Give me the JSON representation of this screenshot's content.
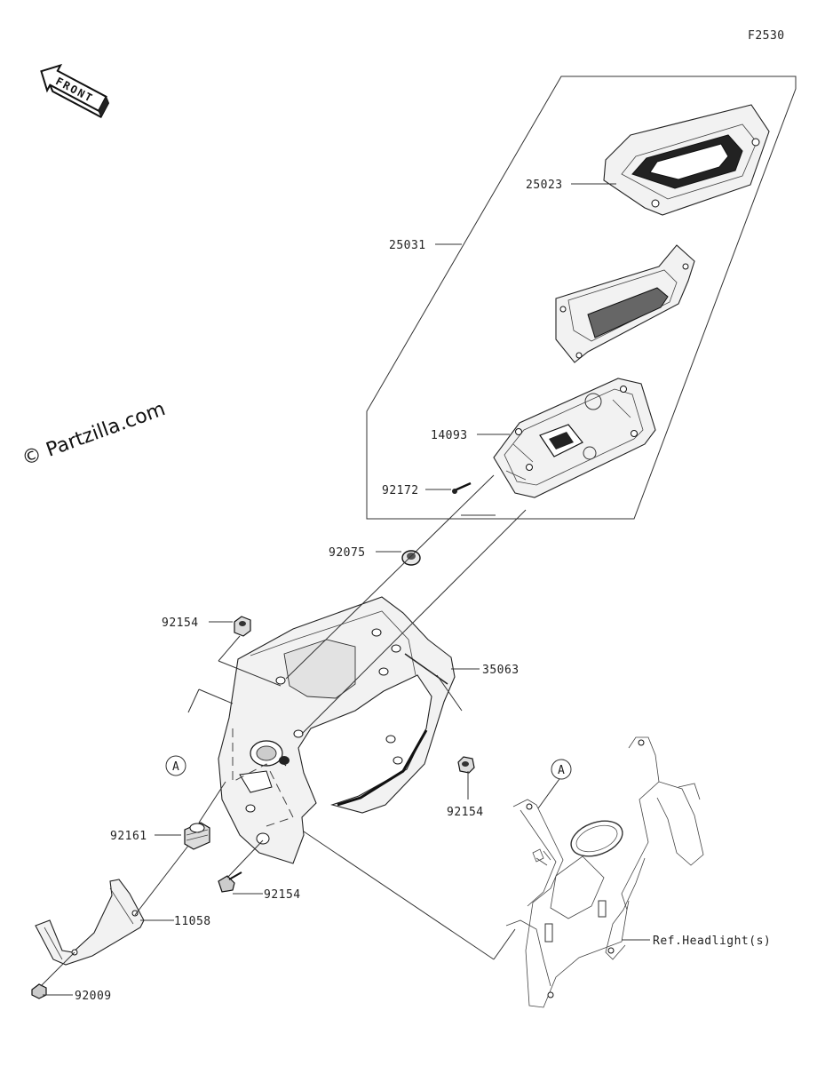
{
  "figure_code": "F2530",
  "watermark": "© Partzilla.com",
  "front_arrow": "FRONT",
  "callouts": {
    "p25023": "25023",
    "p25031": "25031",
    "p14093": "14093",
    "p92172": "92172",
    "p92075": "92075",
    "p92154_top": "92154",
    "p35063": "35063",
    "refA_left": "A",
    "p92154_right": "92154",
    "refA_right": "A",
    "p92161": "92161",
    "p92154_bottom": "92154",
    "p11058": "11058",
    "ref_headlight": "Ref.Headlight(s)",
    "p92009": "92009"
  }
}
